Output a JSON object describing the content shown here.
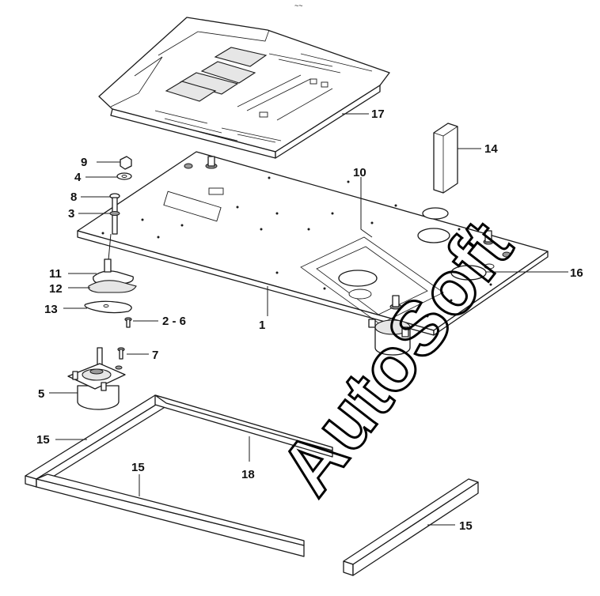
{
  "watermark": {
    "text": "AutoSoft",
    "color": "#000000"
  },
  "callouts": [
    {
      "id": "c17",
      "label": "17"
    },
    {
      "id": "c14",
      "label": "14"
    },
    {
      "id": "c9",
      "label": "9"
    },
    {
      "id": "c4",
      "label": "4"
    },
    {
      "id": "c8",
      "label": "8"
    },
    {
      "id": "c3",
      "label": "3"
    },
    {
      "id": "c10",
      "label": "10"
    },
    {
      "id": "c16",
      "label": "16"
    },
    {
      "id": "c11",
      "label": "11"
    },
    {
      "id": "c12",
      "label": "12"
    },
    {
      "id": "c13",
      "label": "13"
    },
    {
      "id": "c1",
      "label": "1"
    },
    {
      "id": "c26",
      "label": "2 - 6"
    },
    {
      "id": "c7",
      "label": "7"
    },
    {
      "id": "c5",
      "label": "5"
    },
    {
      "id": "c15a",
      "label": "15"
    },
    {
      "id": "c15b",
      "label": "15"
    },
    {
      "id": "c18",
      "label": "18"
    },
    {
      "id": "c15c",
      "label": "15"
    }
  ],
  "header_mark": "~~",
  "colors": {
    "line": "#1a1a1a",
    "background": "#ffffff"
  }
}
